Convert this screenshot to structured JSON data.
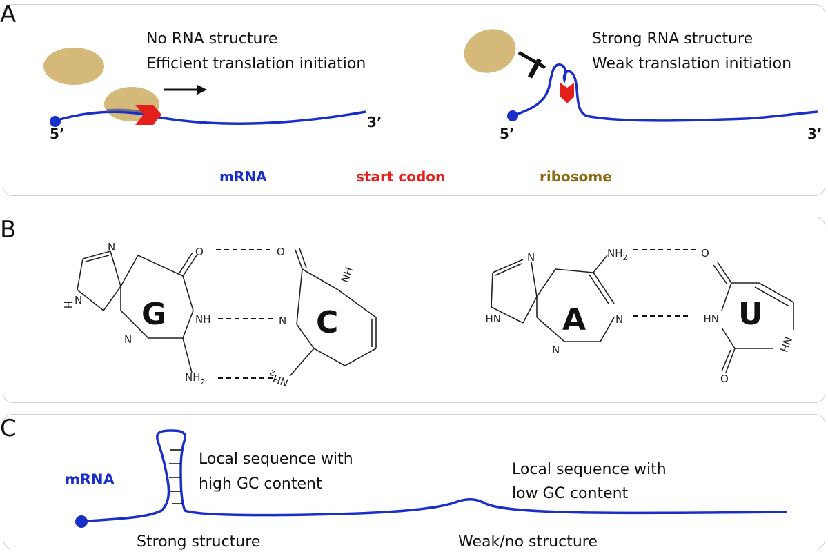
{
  "panels": {
    "a": {
      "label": "A",
      "left_caption_line1": "No RNA structure",
      "left_caption_line2": "Efficient translation initiation",
      "right_caption_line1": "Strong RNA structure",
      "right_caption_line2": "Weak translation initiation",
      "left_five_prime": "5’",
      "left_three_prime": "3’",
      "right_five_prime": "5’",
      "right_three_prime": "3’",
      "legend": {
        "mrna": "mRNA",
        "start_codon": "start codon",
        "ribosome": "ribosome"
      }
    },
    "b": {
      "label": "B",
      "guanine": "G",
      "cytosine": "C",
      "adenine": "A",
      "uracil": "U",
      "atoms": {
        "N": "N",
        "O": "O",
        "NH": "NH",
        "NH2": "NH",
        "sub2": "2"
      }
    },
    "c": {
      "label": "C",
      "mrna_label": "mRNA",
      "high_gc_line1": "Local sequence with",
      "high_gc_line2": "high GC content",
      "low_gc_line1": "Local sequence with",
      "low_gc_line2": "low GC content",
      "strong_structure": "Strong structure",
      "weak_structure": "Weak/no structure"
    }
  },
  "colors": {
    "mrna": "#1a2fc9",
    "start_codon": "#e3201b",
    "ribosome": "#d4b97a",
    "ribosome_text": "#8a6a12",
    "ink": "#111111"
  }
}
